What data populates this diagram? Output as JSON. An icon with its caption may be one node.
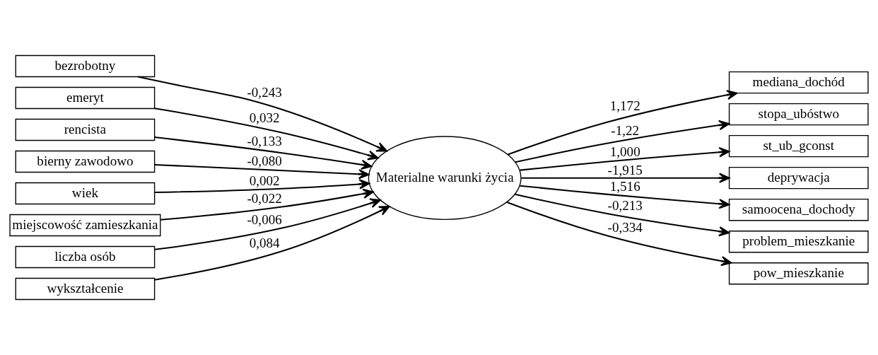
{
  "diagram": {
    "nodes": [
      {
        "text": [
          "bezrobotny"
        ]
      },
      {
        "text": [
          "emeryt"
        ]
      },
      {
        "text": [
          "rencista"
        ]
      },
      {
        "text": [
          "bierny zawodowo"
        ]
      },
      {
        "text": [
          "wiek"
        ]
      },
      {
        "text": [
          "miejscowość zamieszkania"
        ]
      },
      {
        "text": [
          "liczba osób"
        ]
      },
      {
        "text": [
          "wykształcenie"
        ]
      },
      {
        "text": [
          "Materialne warunki życia"
        ]
      },
      {
        "text": [
          "mediana_dochód"
        ]
      },
      {
        "text": [
          "stopa_ubóstwo"
        ]
      },
      {
        "text": [
          "st_ub_gconst"
        ]
      },
      {
        "text": [
          "deprywacja"
        ]
      },
      {
        "text": [
          "samoocena_dochody"
        ]
      },
      {
        "text": [
          "problem_mieszkanie"
        ]
      },
      {
        "text": [
          "pow_mieszkanie"
        ]
      }
    ],
    "edges": [
      {
        "from": 0,
        "to": 8,
        "arrow": "to",
        "label": "-0,243"
      },
      {
        "from": 1,
        "to": 8,
        "arrow": "to",
        "label": "0,032"
      },
      {
        "from": 2,
        "to": 8,
        "arrow": "to",
        "label": "-0,133"
      },
      {
        "from": 3,
        "to": 8,
        "arrow": "to",
        "label": "-0,080"
      },
      {
        "from": 4,
        "to": 8,
        "arrow": "to",
        "label": "0,002"
      },
      {
        "from": 5,
        "to": 8,
        "arrow": "to",
        "label": "-0,022"
      },
      {
        "from": 6,
        "to": 8,
        "arrow": "to",
        "label": "-0,006"
      },
      {
        "from": 7,
        "to": 8,
        "arrow": "to",
        "label": "0,084"
      },
      {
        "from": 8,
        "to": 9,
        "arrow": "to",
        "label": "1,172"
      },
      {
        "from": 8,
        "to": 10,
        "arrow": "to",
        "label": "-1,22"
      },
      {
        "from": 8,
        "to": 11,
        "arrow": "to",
        "label": "1,000"
      },
      {
        "from": 8,
        "to": 12,
        "arrow": "to",
        "label": "-1,915"
      },
      {
        "from": 8,
        "to": 13,
        "arrow": "to",
        "label": "1,516"
      },
      {
        "from": 8,
        "to": 14,
        "arrow": "to",
        "label": "-0,213"
      },
      {
        "from": 8,
        "to": 15,
        "arrow": "to",
        "label": "-0,334"
      }
    ]
  }
}
